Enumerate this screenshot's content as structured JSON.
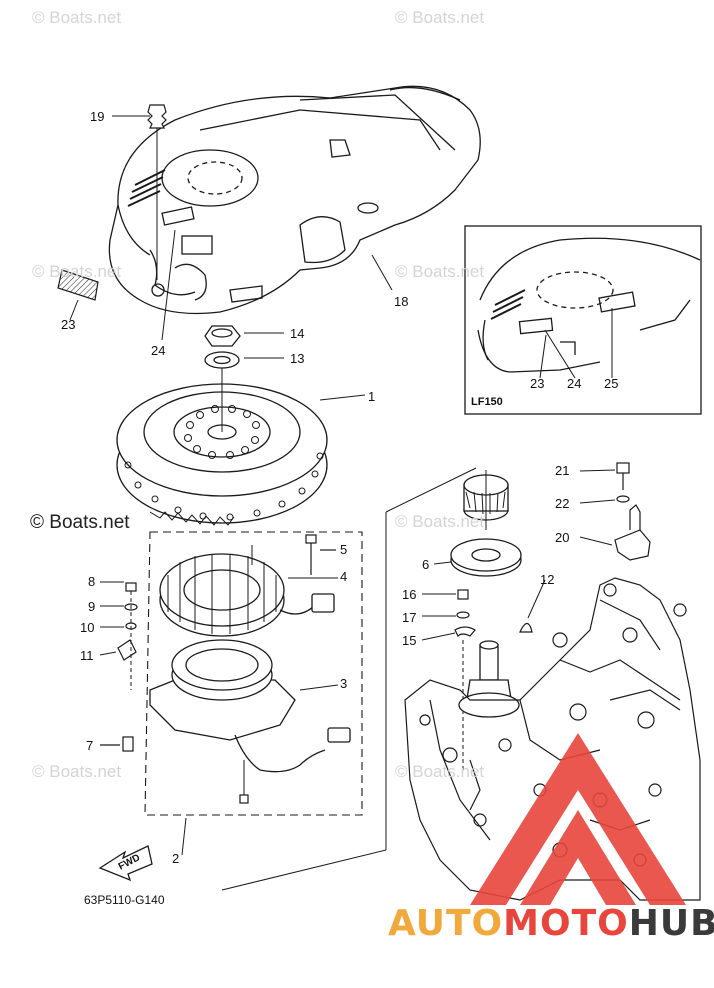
{
  "watermarks": {
    "light_text": "© Boats.net",
    "strong_text": "© Boats.net"
  },
  "callouts": {
    "c1": "1",
    "c2": "2",
    "c3": "3",
    "c4": "4",
    "c5": "5",
    "c6": "6",
    "c7": "7",
    "c8": "8",
    "c9": "9",
    "c10": "10",
    "c11": "11",
    "c12": "12",
    "c13": "13",
    "c14": "14",
    "c15": "15",
    "c16": "16",
    "c17": "17",
    "c18": "18",
    "c19": "19",
    "c20": "20",
    "c21": "21",
    "c22": "22",
    "c23": "23",
    "c24": "24",
    "inset_23": "23",
    "inset_24": "24",
    "inset_25": "25"
  },
  "inset": {
    "title": "LF150"
  },
  "fwd_label": "FWD",
  "diagram_code": "63P5110-G140",
  "brand": {
    "part1": "AUTO",
    "part2": "MOTO",
    "part3": "HUB"
  },
  "colors": {
    "line": "#1a1a1a",
    "logo_red": "#e8453c",
    "logo_orange": "#f2a93b",
    "logo_dark": "#3a3a3a"
  }
}
